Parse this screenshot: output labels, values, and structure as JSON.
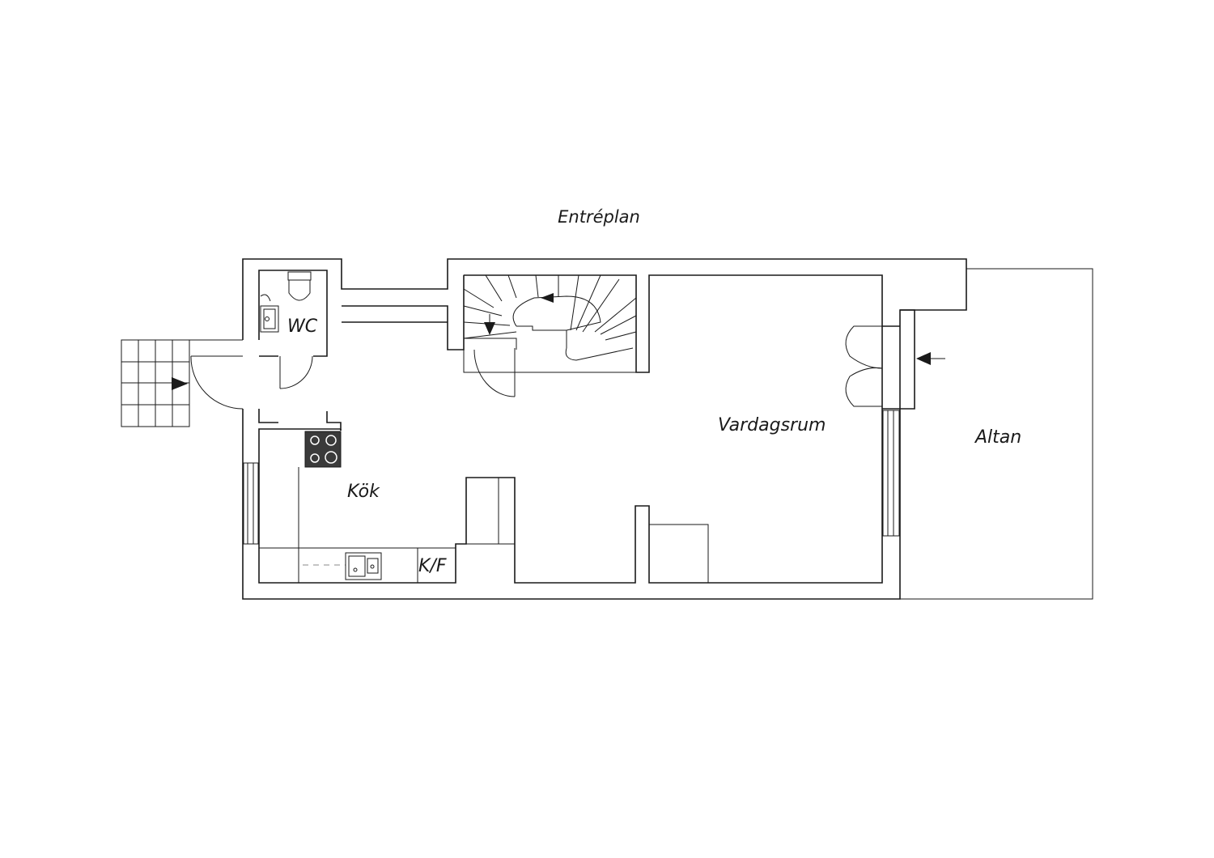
{
  "plan": {
    "title": "Entréplan",
    "rooms": {
      "wc": "WC",
      "kok": "Kök",
      "kf": "K/F",
      "vardagsrum": "Vardagsrum",
      "altan": "Altan"
    }
  },
  "colors": {
    "line": "#1a1a1a",
    "background": "#ffffff",
    "stove": "#3a3a3a"
  }
}
